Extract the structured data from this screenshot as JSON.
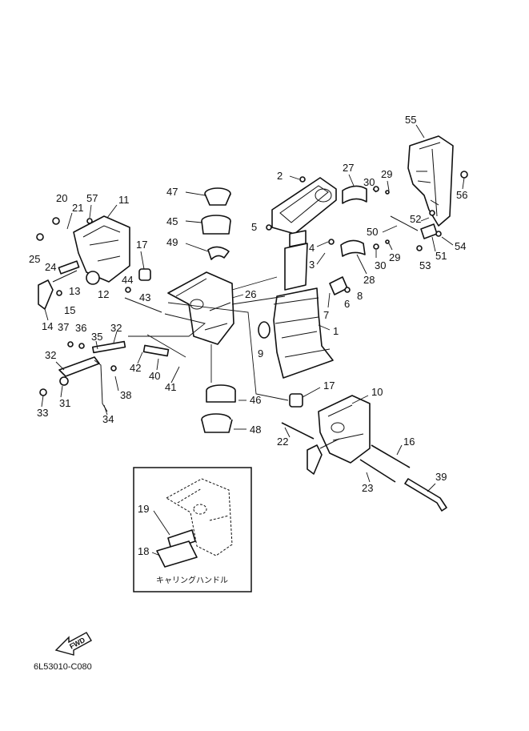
{
  "callouts": [
    "1",
    "2",
    "3",
    "4",
    "5",
    "6",
    "7",
    "8",
    "9",
    "10",
    "11",
    "12",
    "13",
    "14",
    "15",
    "16",
    "17",
    "17",
    "18",
    "19",
    "20",
    "21",
    "22",
    "23",
    "24",
    "25",
    "26",
    "27",
    "28",
    "29",
    "29",
    "30",
    "30",
    "31",
    "32",
    "32",
    "33",
    "34",
    "35",
    "36",
    "37",
    "38",
    "39",
    "40",
    "41",
    "42",
    "43",
    "44",
    "45",
    "46",
    "47",
    "48",
    "49",
    "50",
    "51",
    "52",
    "53",
    "54",
    "55",
    "56",
    "57"
  ],
  "inset": {
    "caption": "キャリングハンドル"
  },
  "fwd_label": "FWD",
  "drawing_code": "6L53010-C080"
}
